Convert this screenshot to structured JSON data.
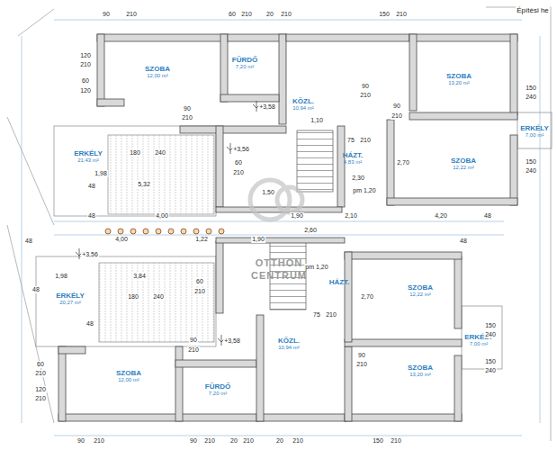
{
  "diagram": {
    "nodes": [
      {
        "text": [
          "SZOBA",
          "12,00 m²"
        ]
      },
      {
        "text": [
          "FÜRDŐ",
          "7,20 m²"
        ]
      },
      {
        "text": [
          "SZOBA",
          "13,20 m²"
        ]
      },
      {
        "text": [
          "KÖZL.",
          "10,94 m²"
        ]
      },
      {
        "text": [
          "ERKÉLY",
          "7,00 m²"
        ]
      },
      {
        "text": [
          "ERKÉLY",
          "21,43 m²"
        ]
      },
      {
        "text": [
          "HÁZT.",
          "4,83 m²"
        ]
      },
      {
        "text": [
          "SZOBA",
          "12,22 m²"
        ]
      },
      {
        "text": [
          "HÁZT."
        ]
      },
      {
        "text": [
          "SZOBA",
          "12,22 m²"
        ]
      },
      {
        "text": [
          "ERKÉLY",
          "20,27 m²"
        ]
      },
      {
        "text": [
          "ERKÉLY",
          "7,00 m²"
        ]
      },
      {
        "text": [
          "KÖZL.",
          "10,94 m²"
        ]
      },
      {
        "text": [
          "SZOBA",
          "13,20 m²"
        ]
      },
      {
        "text": [
          "SZOBA",
          "12,00 m²"
        ]
      },
      {
        "text": [
          "FÜRDŐ",
          "7,20 m²"
        ]
      }
    ],
    "labels": [
      "Építési he",
      "90",
      "210",
      "60",
      "210",
      "20",
      "210",
      "150",
      "210",
      "120",
      "210",
      "60",
      "120",
      "+3,58",
      "1,10",
      "90",
      "210",
      "+3,56",
      "60",
      "210",
      "90",
      "210",
      "90",
      "210",
      "75",
      "210",
      "2,30",
      "2,70",
      "pm 1,20",
      "180",
      "240",
      "1,98",
      "5,32",
      "48",
      "48",
      "4,00",
      "1,50",
      "1,90",
      "2,10",
      "4,20",
      "48",
      "150",
      "240",
      "150",
      "240",
      "48",
      "4,00",
      "1,22",
      "1,90",
      "2,60",
      "48",
      "+3,56",
      "1,98",
      "3,84",
      "48",
      "60",
      "210",
      "pm 1,20",
      "180",
      "240",
      "2,70",
      "75",
      "210",
      "48",
      "90",
      "210",
      "+3,58",
      "90",
      "210",
      "150",
      "240",
      "150",
      "240",
      "60",
      "210",
      "120",
      "210",
      "90",
      "210",
      "90",
      "210",
      "20",
      "210",
      "20",
      "210",
      "150",
      "210",
      "OTTHON",
      "CENTRUM"
    ]
  }
}
